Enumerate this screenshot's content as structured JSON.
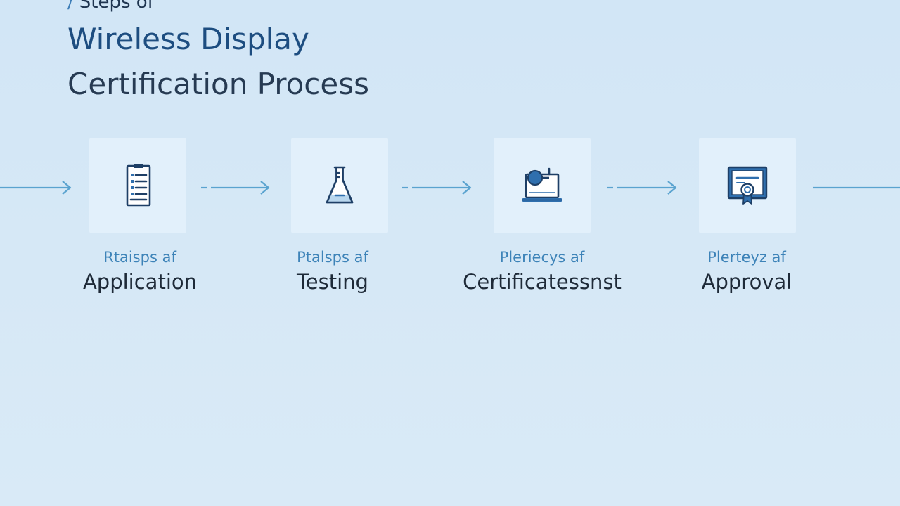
{
  "title": {
    "prefix_mark": "/",
    "pre_title": "Steps of",
    "line1": "Wireless Display",
    "line2": "Certification Process"
  },
  "steps": [
    {
      "sub_label": "Rtaisps af",
      "label": "Application",
      "icon": "checklist-document-icon"
    },
    {
      "sub_label": "Ptalsps af",
      "label": "Testing",
      "icon": "lab-flask-icon"
    },
    {
      "sub_label": "Pleriecys af",
      "label": "Certificatessnst",
      "icon": "laptop-badge-icon"
    },
    {
      "sub_label": "Plerteyz af",
      "label": "Approval",
      "icon": "certificate-ribbon-icon"
    }
  ],
  "colors": {
    "background": "#d4e7f6",
    "accent": "#3f87c0",
    "title_blue": "#1d4d80",
    "text_dark": "#1e2a38",
    "connector": "#5aa3cf"
  }
}
